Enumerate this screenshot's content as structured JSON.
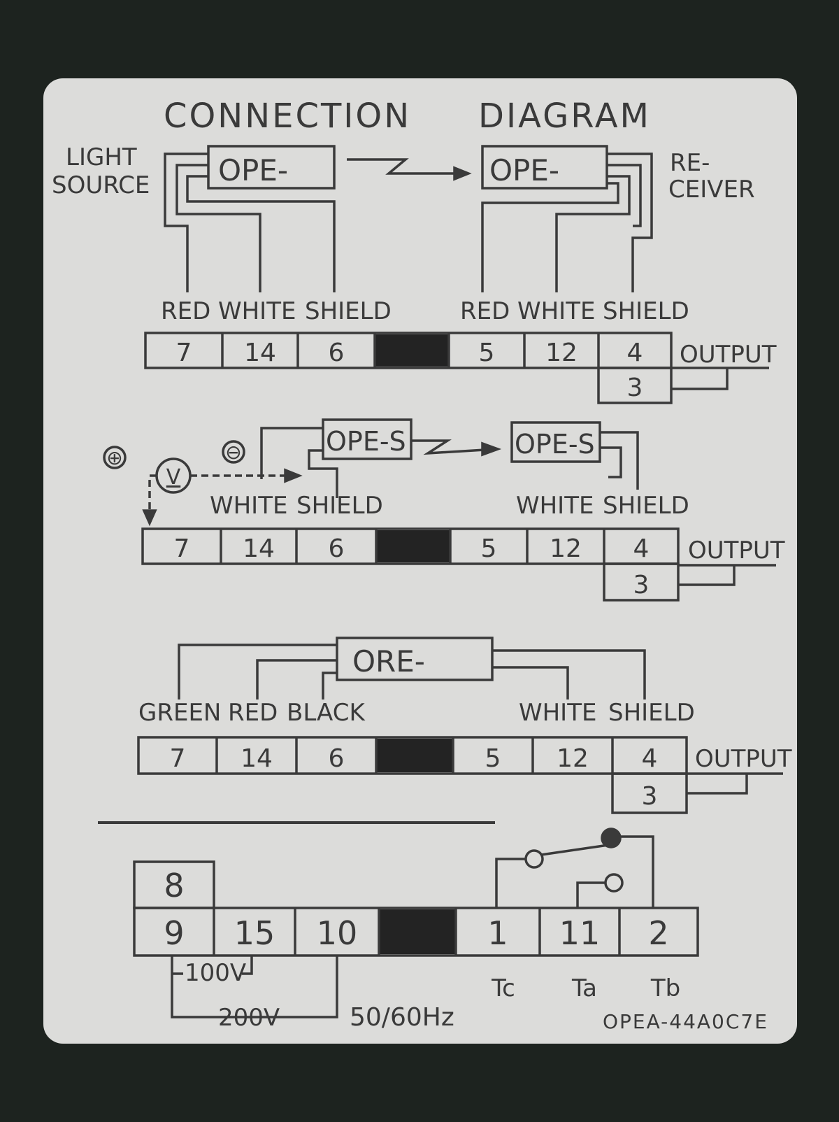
{
  "title": {
    "left": "CONNECTION",
    "right": "DIAGRAM"
  },
  "colors": {
    "plate": "#dcdcda",
    "ink": "#3a3a3a",
    "housing": "#1d231f",
    "block": "#232323"
  },
  "section1": {
    "light_source": [
      "LIGHT",
      "SOURCE"
    ],
    "receiver": [
      "RE-",
      "CEIVER"
    ],
    "emitter": "OPE-",
    "receiver_unit": "OPE-",
    "left_wires": [
      "RED",
      "WHITE",
      "SHIELD"
    ],
    "right_wires": [
      "RED",
      "WHITE",
      "SHIELD"
    ],
    "terminals": [
      "7",
      "14",
      "6",
      "5",
      "12",
      "4",
      "3"
    ],
    "output": "OUTPUT"
  },
  "section2": {
    "emitter": "OPE-S",
    "receiver_unit": "OPE-S",
    "meter": "V",
    "plus": "⊕",
    "minus": "⊖",
    "left_wires": [
      "WHITE",
      "SHIELD"
    ],
    "right_wires": [
      "WHITE",
      "SHIELD"
    ],
    "terminals": [
      "7",
      "14",
      "6",
      "5",
      "12",
      "4",
      "3"
    ],
    "output": "OUTPUT"
  },
  "section3": {
    "unit": "ORE-",
    "left_wires": [
      "GREEN",
      "RED",
      "BLACK"
    ],
    "right_wires": [
      "WHITE",
      "SHIELD"
    ],
    "terminals": [
      "7",
      "14",
      "6",
      "5",
      "12",
      "4",
      "3"
    ],
    "output": "OUTPUT"
  },
  "power": {
    "terminals": [
      "8",
      "9",
      "15",
      "10",
      "1",
      "11",
      "2"
    ],
    "v100": "100V",
    "v200": "200V",
    "freq": "50/60Hz",
    "contacts": [
      "Tc",
      "Ta",
      "Tb"
    ],
    "part_number": "OPEA-44A0C7E"
  }
}
